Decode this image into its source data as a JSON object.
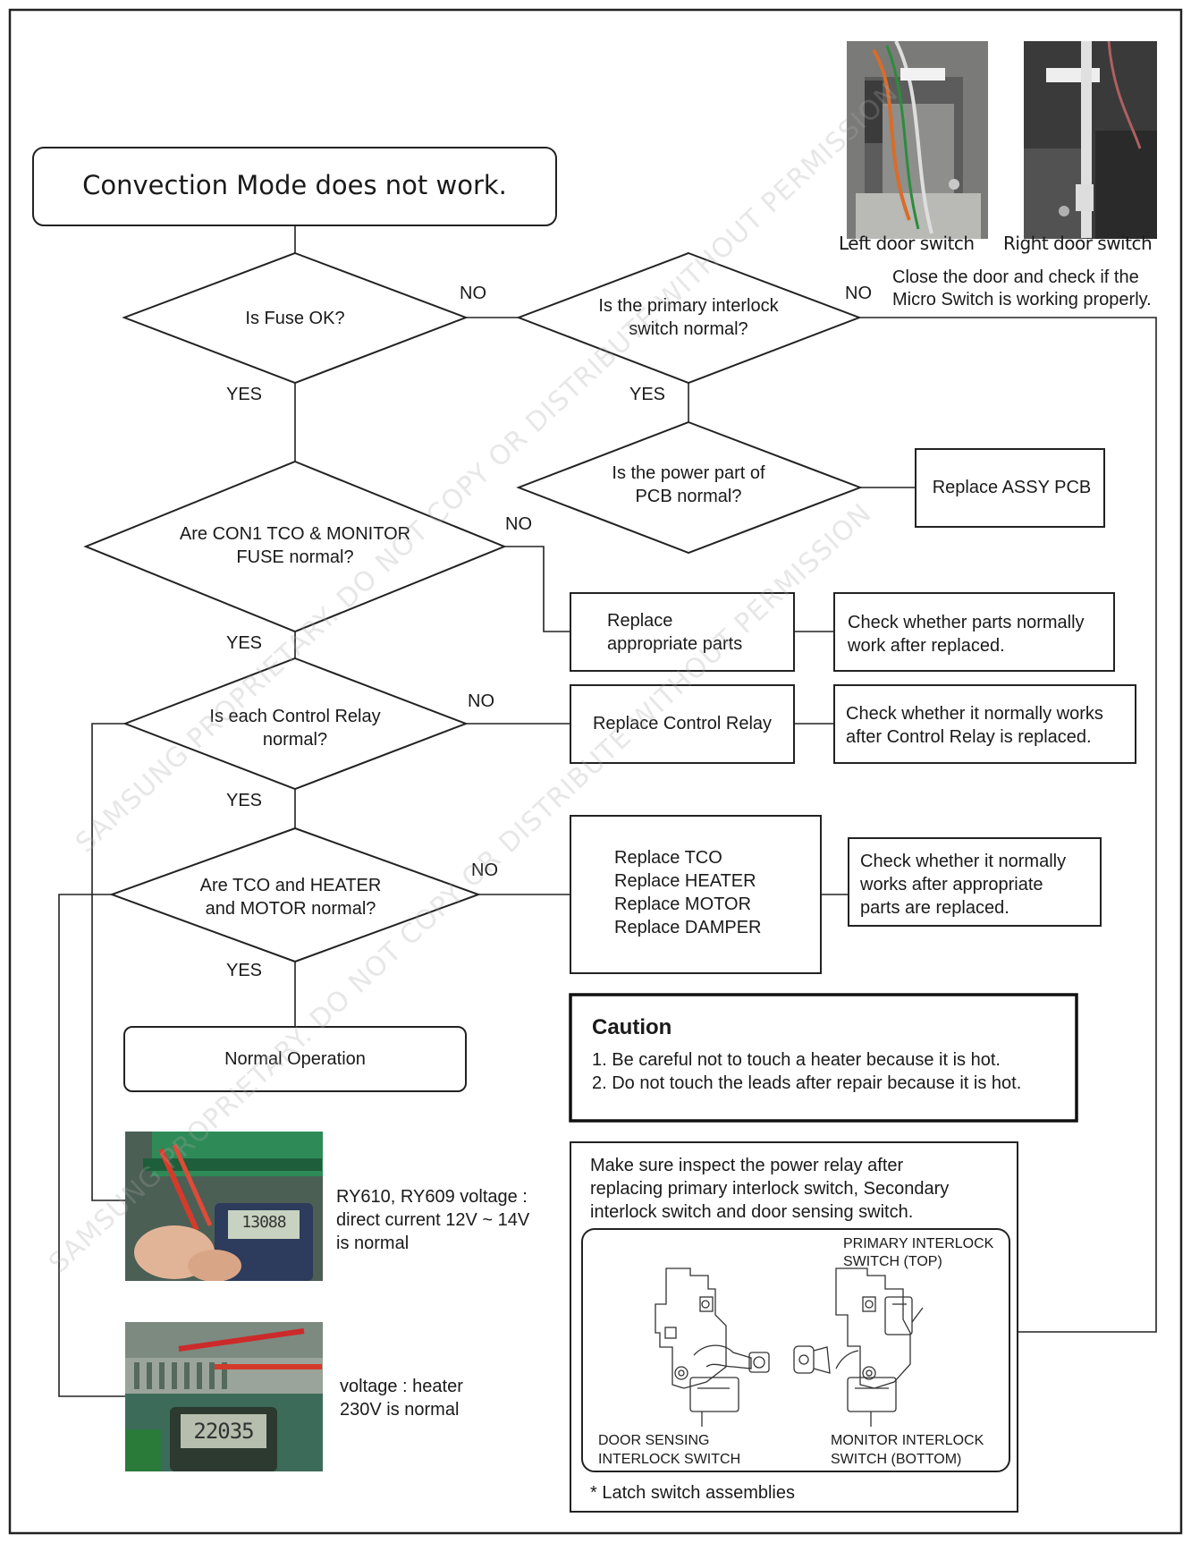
{
  "title": "Convection Mode does not work.",
  "decisions": {
    "fuse": "Is Fuse OK?",
    "primary_interlock_1": "Is the primary interlock",
    "primary_interlock_2": "switch normal?",
    "power_part_1": "Is the power part of",
    "power_part_2": "PCB normal?",
    "con1_1": "Are CON1 TCO & MONITOR",
    "con1_2": "FUSE normal?",
    "relay_1": "Is each Control Relay",
    "relay_2": "normal?",
    "tco_1": "Are TCO and HEATER",
    "tco_2": "and MOTOR normal?"
  },
  "branch_labels": {
    "yes": "YES",
    "no": "NO"
  },
  "actions": {
    "replace_pcb": "Replace ASSY PCB",
    "replace_parts_1": "Replace",
    "replace_parts_2": "appropriate parts",
    "check_parts_1": "Check whether parts normally",
    "check_parts_2": "work after replaced.",
    "replace_relay": "Replace Control Relay",
    "check_relay_1": "Check whether it normally works",
    "check_relay_2": "after Control Relay is replaced.",
    "replace_tco": "Replace TCO",
    "replace_heater": "Replace HEATER",
    "replace_motor": "Replace MOTOR",
    "replace_damper": "Replace DAMPER",
    "check_tco_1": "Check whether it normally",
    "check_tco_2": "works after appropriate",
    "check_tco_3": "parts are replaced.",
    "normal_operation": "Normal Operation"
  },
  "photos": {
    "left_caption": "Left door switch",
    "right_caption": "Right door switch",
    "door_note_1": "Close the door and check if the",
    "door_note_2": "Micro Switch is working properly."
  },
  "caution": {
    "heading": "Caution",
    "item1": "1. Be careful not to touch a heater because it is hot.",
    "item2": "2. Do not touch the leads after repair because it is hot."
  },
  "measurements": {
    "relay_1": "RY610, RY609 voltage :",
    "relay_2": "direct current 12V ~ 14V",
    "relay_3": "is normal",
    "relay_display": "13088",
    "heater_1": "voltage : heater",
    "heater_2": "230V is normal",
    "heater_display": "22035"
  },
  "inspect": {
    "line1": "Make sure inspect the power relay after",
    "line2": "replacing primary interlock switch, Secondary",
    "line3": "interlock switch and door sensing switch.",
    "primary_1": "PRIMARY INTERLOCK",
    "primary_2": "SWITCH (TOP)",
    "door_sensing_1": "DOOR SENSING",
    "door_sensing_2": "INTERLOCK SWITCH",
    "monitor_1": "MONITOR INTERLOCK",
    "monitor_2": "SWITCH (BOTTOM)",
    "latch_note": "* Latch switch assemblies"
  },
  "watermark": {
    "text1": "SAMSUNG PROPRIETARY. DO NOT COPY OR DISTRIBUTE WITHOUT PERMISSION",
    "text2": "SAMSUNG PROPRIETARY. DO NOT COPY OR DISTRIBUTE WITHOUT PERMISSION"
  }
}
